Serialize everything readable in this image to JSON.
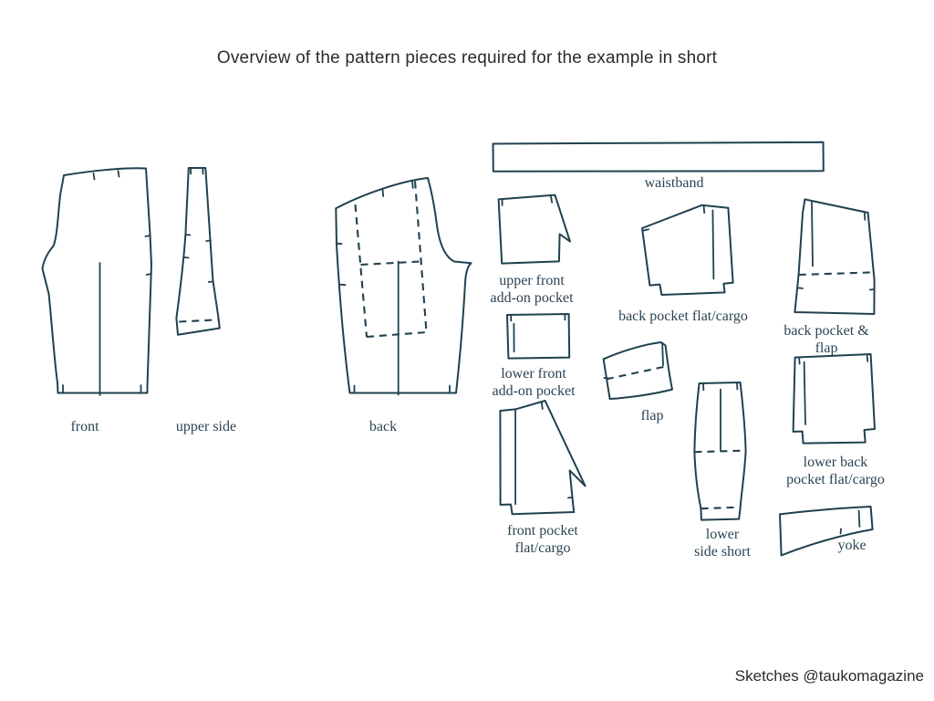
{
  "title": "Overview of the pattern pieces required for the example in short",
  "credit": "Sketches @taukomagazine",
  "colors": {
    "line": "#20414f",
    "label": "#2b4453",
    "title": "#2b2b2b",
    "background": "#ffffff"
  },
  "pieces": [
    {
      "id": "front",
      "label": "front"
    },
    {
      "id": "upper-side",
      "label": "upper side"
    },
    {
      "id": "back",
      "label": "back"
    },
    {
      "id": "waistband",
      "label": "waistband"
    },
    {
      "id": "upper-front-add-on-pocket",
      "label": "upper front\nadd-on pocket"
    },
    {
      "id": "back-pocket-flat-cargo",
      "label": "back pocket flat/cargo"
    },
    {
      "id": "back-pocket-and-flap",
      "label": "back pocket & flap"
    },
    {
      "id": "lower-front-add-on-pocket",
      "label": "lower front\nadd-on pocket"
    },
    {
      "id": "flap",
      "label": "flap"
    },
    {
      "id": "front-pocket-flat-cargo",
      "label": "front pocket\nflat/cargo"
    },
    {
      "id": "lower-side-short",
      "label": "lower\nside short"
    },
    {
      "id": "lower-back-pocket-flat-cargo",
      "label": "lower back\npocket flat/cargo"
    },
    {
      "id": "yoke",
      "label": "yoke"
    }
  ]
}
